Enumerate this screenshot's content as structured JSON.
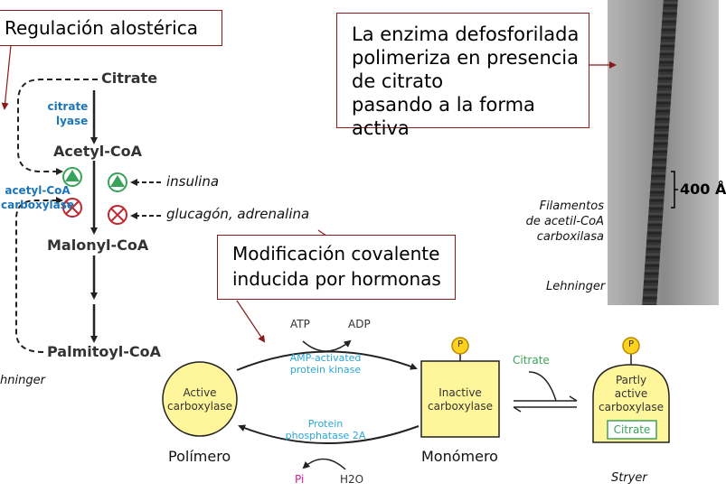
{
  "title_box": "Regulación alostérica",
  "info_box": {
    "lines": [
      "La enzima defosforilada",
      "polimeriza en presencia",
      "de citrato",
      "pasando a la forma activa"
    ]
  },
  "covalent_box": {
    "lines": [
      "Modificación covalente",
      "inducida por hormonas"
    ]
  },
  "pathway": {
    "citrate": "Citrate",
    "citrate_lyase": [
      "citrate",
      "lyase"
    ],
    "acetyl_coa": "Acetyl-CoA",
    "acc": [
      "acetyl-CoA",
      "carboxylase"
    ],
    "malonyl_coa": "Malonyl-CoA",
    "palmitoyl_coa": "Palmitoyl-CoA",
    "insulina": "insulina",
    "glucagon": "glucagón, adrenalina",
    "source": "hninger"
  },
  "micrograph": {
    "caption": [
      "Filamentos",
      "de acetil-CoA",
      "carboxilasa"
    ],
    "scale": "400 Å",
    "source": "Lehninger"
  },
  "cycle": {
    "atp": "ATP",
    "adp": "ADP",
    "kinase": [
      "AMP-activated",
      "protein kinase"
    ],
    "phosphatase": [
      "Protein",
      "phosphatase 2A"
    ],
    "active": [
      "Active",
      "carboxylase"
    ],
    "inactive": [
      "Inactive",
      "carboxylase"
    ],
    "partly": [
      "Partly",
      "active",
      "carboxylase"
    ],
    "citrate_label": "Citrate",
    "citrate_box": "Citrate",
    "p": "P",
    "pi": "Pi",
    "h2o": "H2O",
    "polimero": "Polímero",
    "monomero": "Monómero",
    "source": "Stryer"
  },
  "colors": {
    "blue": "#1b75bb",
    "green": "#3aa35a",
    "red": "#c0282d",
    "yellow": "#fff59a",
    "cyan": "#2aa7d8",
    "magenta": "#d4198a",
    "dark_red": "#8b1a1a"
  }
}
